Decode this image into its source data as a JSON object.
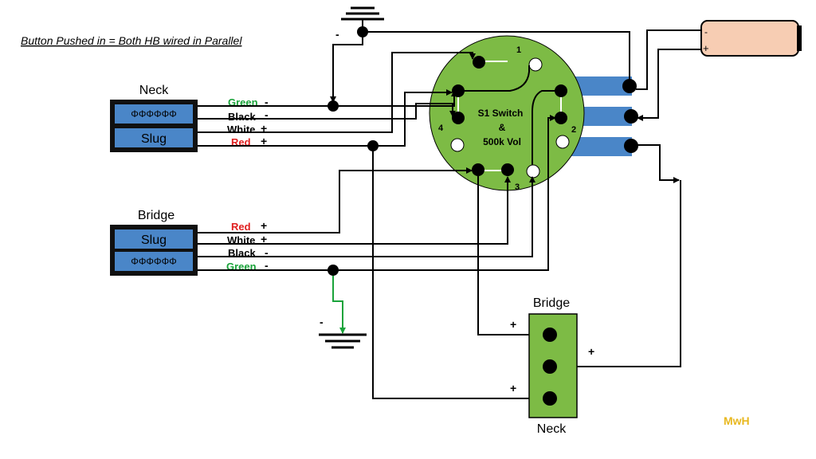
{
  "title": "Button Pushed in = Both HB wired in Parallel",
  "signature": "MwH",
  "colors": {
    "pot": "#7dbb45",
    "jack": "#7dbb45",
    "coil": "#4a86c8",
    "cable": "#4a86c8",
    "battery": "#f7cdb3",
    "green_wire": "#1aa33a",
    "red_label": "#e02020",
    "green_label": "#1aa33a",
    "signature": "#e8b820"
  },
  "neck_pickup": {
    "name": "Neck",
    "coil_label": "Slug",
    "wires": [
      {
        "color": "Green",
        "sign": "-"
      },
      {
        "color": "Black",
        "sign": "-"
      },
      {
        "color": "White",
        "sign": "+"
      },
      {
        "color": "Red",
        "sign": "+"
      }
    ]
  },
  "bridge_pickup": {
    "name": "Bridge",
    "coil_label": "Slug",
    "wires": [
      {
        "color": "Red",
        "sign": "+"
      },
      {
        "color": "White",
        "sign": "+"
      },
      {
        "color": "Black",
        "sign": "-"
      },
      {
        "color": "Green",
        "sign": "-"
      }
    ]
  },
  "switch": {
    "line1": "S1 Switch",
    "line2": "&",
    "line3": "500k Vol",
    "terminals": [
      "1",
      "2",
      "3",
      "4"
    ]
  },
  "jack": {
    "top_label": "Bridge",
    "bottom_label": "Neck",
    "signs": [
      "+",
      "+",
      "+"
    ]
  },
  "battery": {
    "neg": "-",
    "pos": "+"
  },
  "ground_signs": [
    "-",
    "-"
  ]
}
